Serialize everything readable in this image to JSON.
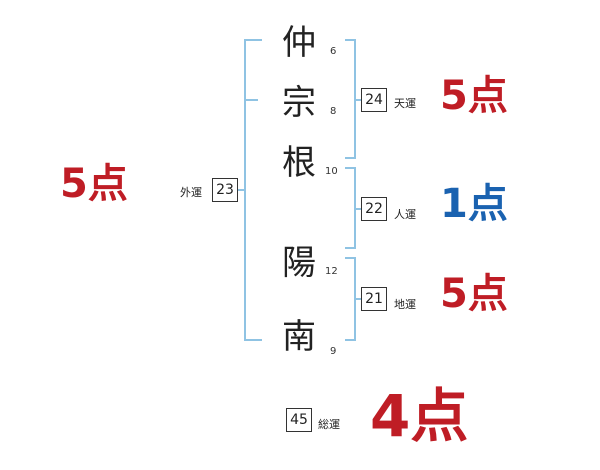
{
  "name": {
    "characters": [
      {
        "char": "仲",
        "strokes": "6"
      },
      {
        "char": "宗",
        "strokes": "8"
      },
      {
        "char": "根",
        "strokes": "10"
      },
      {
        "char": "陽",
        "strokes": "12"
      },
      {
        "char": "南",
        "strokes": "9"
      }
    ]
  },
  "fortunes": {
    "gaiun": {
      "label": "外運",
      "value": "23",
      "score": "5点"
    },
    "tenun": {
      "label": "天運",
      "value": "24",
      "score": "5点"
    },
    "jinun": {
      "label": "人運",
      "value": "22",
      "score": "1点"
    },
    "chiun": {
      "label": "地運",
      "value": "21",
      "score": "5点"
    },
    "souun": {
      "label": "総運",
      "value": "45",
      "score": "4点"
    }
  },
  "colors": {
    "bracket": "#8fc3e3",
    "score_red": "#bf1d25",
    "score_blue": "#1a62b0"
  }
}
